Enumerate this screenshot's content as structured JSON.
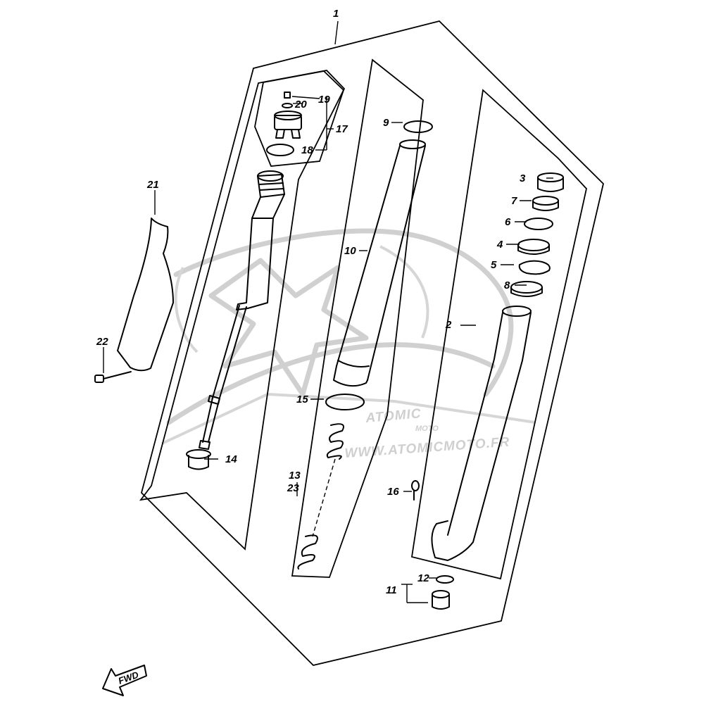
{
  "callouts": {
    "c1": "1",
    "c2": "2",
    "c3": "3",
    "c4": "4",
    "c5": "5",
    "c6": "6",
    "c7": "7",
    "c8": "8",
    "c9": "9",
    "c10": "10",
    "c11": "11",
    "c12": "12",
    "c13": "13",
    "c14": "14",
    "c15": "15",
    "c16": "16",
    "c17": "17",
    "c18": "18",
    "c19": "19",
    "c20": "20",
    "c21": "21",
    "c22": "22",
    "c23": "23"
  },
  "watermark": {
    "brand": "ATOMIC",
    "sub": "MOTO",
    "url": "WWW.ATOMICMOTO.FR"
  },
  "direction_label": "FWD"
}
